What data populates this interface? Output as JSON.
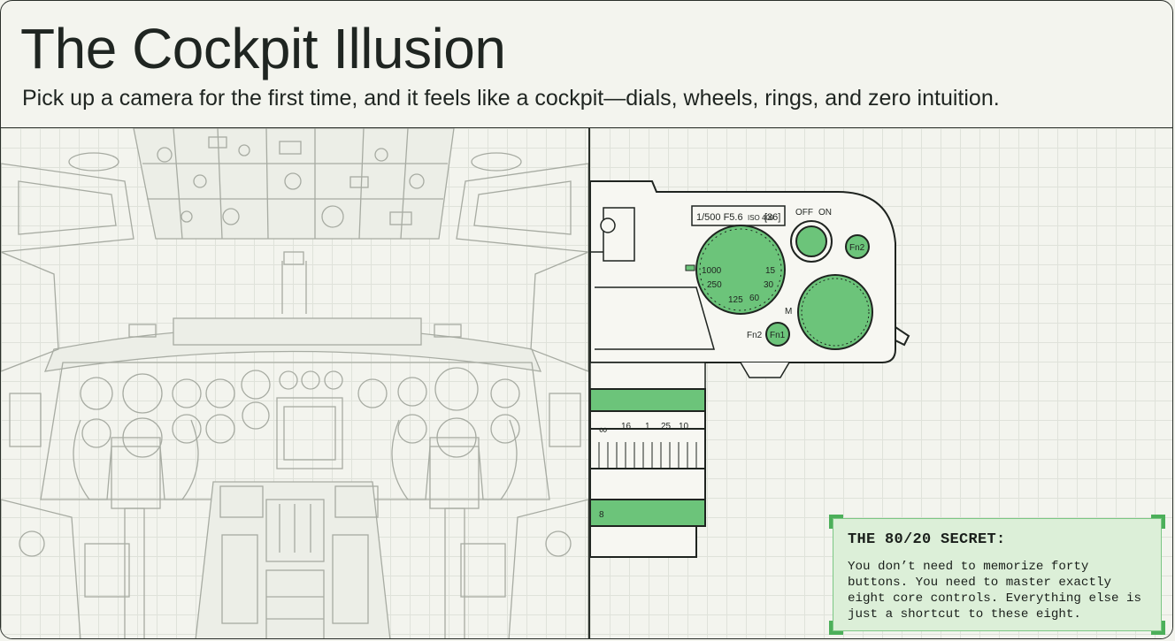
{
  "header": {
    "title": "The Cockpit Illusion",
    "subtitle": "Pick up a camera for the first time, and it feels like a cockpit—dials, wheels, rings, and zero intuition."
  },
  "camera": {
    "lcd_text": "1/500  F5.6",
    "iso_text": "ISO 400",
    "shots_remaining": "[36]",
    "power_off_label": "OFF",
    "power_on_label": "ON",
    "fn1_label": "Fn1",
    "fn2_label": "Fn2",
    "fn2_top_label": "Fn2",
    "mode_m_label": "M",
    "shutter_dial_numbers": [
      "1000",
      "250",
      "15",
      "30",
      "60",
      "125"
    ],
    "lens_ring_numbers": [
      "∞",
      "16",
      "1",
      "25",
      "8",
      "10"
    ]
  },
  "callout": {
    "title": "THE 80/20 SECRET:",
    "body": "You don’t need to memorize forty buttons. You need to master exactly eight core controls. Everything else is just a shortcut to these eight."
  },
  "colors": {
    "accent_green": "#6cc47a",
    "callout_bg": "#dcefd8",
    "line": "#2a2f2a",
    "grid": "#dfe2da",
    "background": "#f3f4ee"
  },
  "icons": [
    "cockpit-illustration",
    "camera-illustration"
  ]
}
